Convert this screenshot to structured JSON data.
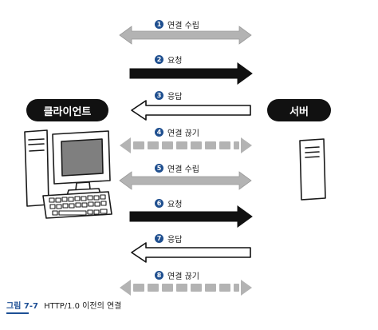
{
  "nodes": {
    "client": "클라이언트",
    "server": "서버"
  },
  "steps": [
    {
      "number": "1",
      "label": "연결 수립",
      "style": "gray-double"
    },
    {
      "number": "2",
      "label": "요청",
      "style": "black-right"
    },
    {
      "number": "3",
      "label": "응답",
      "style": "white-left"
    },
    {
      "number": "4",
      "label": "연결 끊기",
      "style": "dashed-double"
    },
    {
      "number": "5",
      "label": "연결 수립",
      "style": "gray-double"
    },
    {
      "number": "6",
      "label": "요청",
      "style": "black-right"
    },
    {
      "number": "7",
      "label": "응답",
      "style": "white-left"
    },
    {
      "number": "8",
      "label": "연결 끊기",
      "style": "dashed-double"
    }
  ],
  "caption": {
    "label": "그림 7-7",
    "text": "HTTP/1.0 이전의 연결"
  },
  "colors": {
    "badge": "#1f4f8f",
    "caption_accent": "#1d4f95",
    "gray_arrow": "#b3b3b3",
    "black_arrow": "#111111"
  }
}
